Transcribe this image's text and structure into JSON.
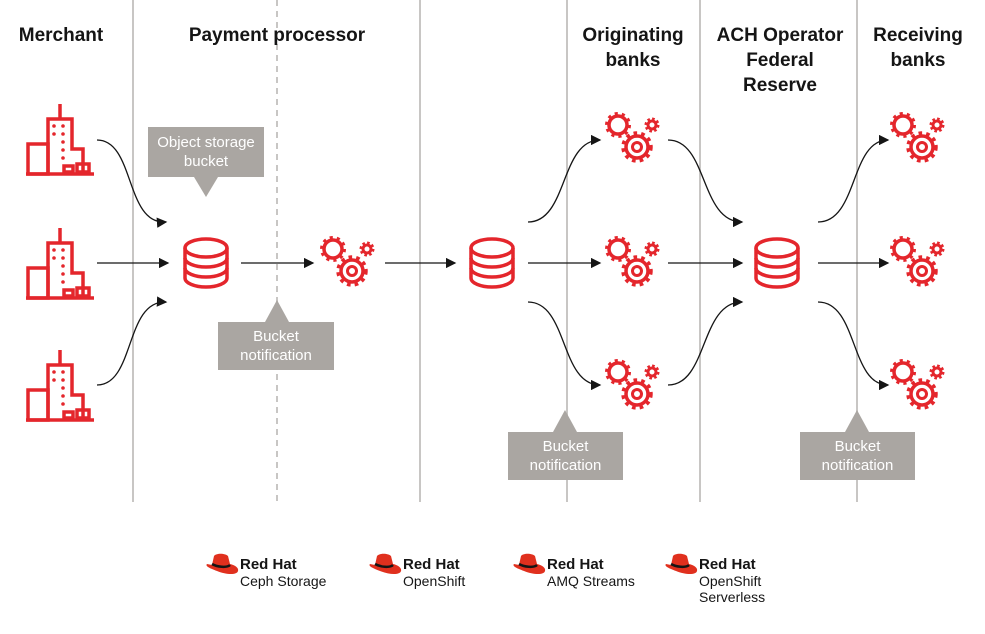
{
  "columns": {
    "merchant": "Merchant",
    "payment_processor": "Payment processor",
    "originating_banks": [
      "Originating",
      "banks"
    ],
    "ach_operator": [
      "ACH Operator",
      "Federal",
      "Reserve"
    ],
    "receiving_banks": [
      "Receiving",
      "banks"
    ]
  },
  "callouts": {
    "object_storage": [
      "Object storage",
      "bucket"
    ],
    "bucket_notification": [
      "Bucket",
      "notification"
    ]
  },
  "products": [
    {
      "brand": "Red Hat",
      "name": [
        "Ceph Storage"
      ]
    },
    {
      "brand": "Red Hat",
      "name": [
        "OpenShift"
      ]
    },
    {
      "brand": "Red Hat",
      "name": [
        "AMQ Streams"
      ]
    },
    {
      "brand": "Red Hat",
      "name": [
        "OpenShift",
        "Serverless"
      ]
    }
  ],
  "colors": {
    "accent": "#e4262c",
    "callout": "#aaa6a2",
    "divider": "#c8c6c4",
    "hat": "#e0301e"
  },
  "icons": [
    "building-icon",
    "database-icon",
    "gears-icon",
    "redhat-hat-icon"
  ]
}
